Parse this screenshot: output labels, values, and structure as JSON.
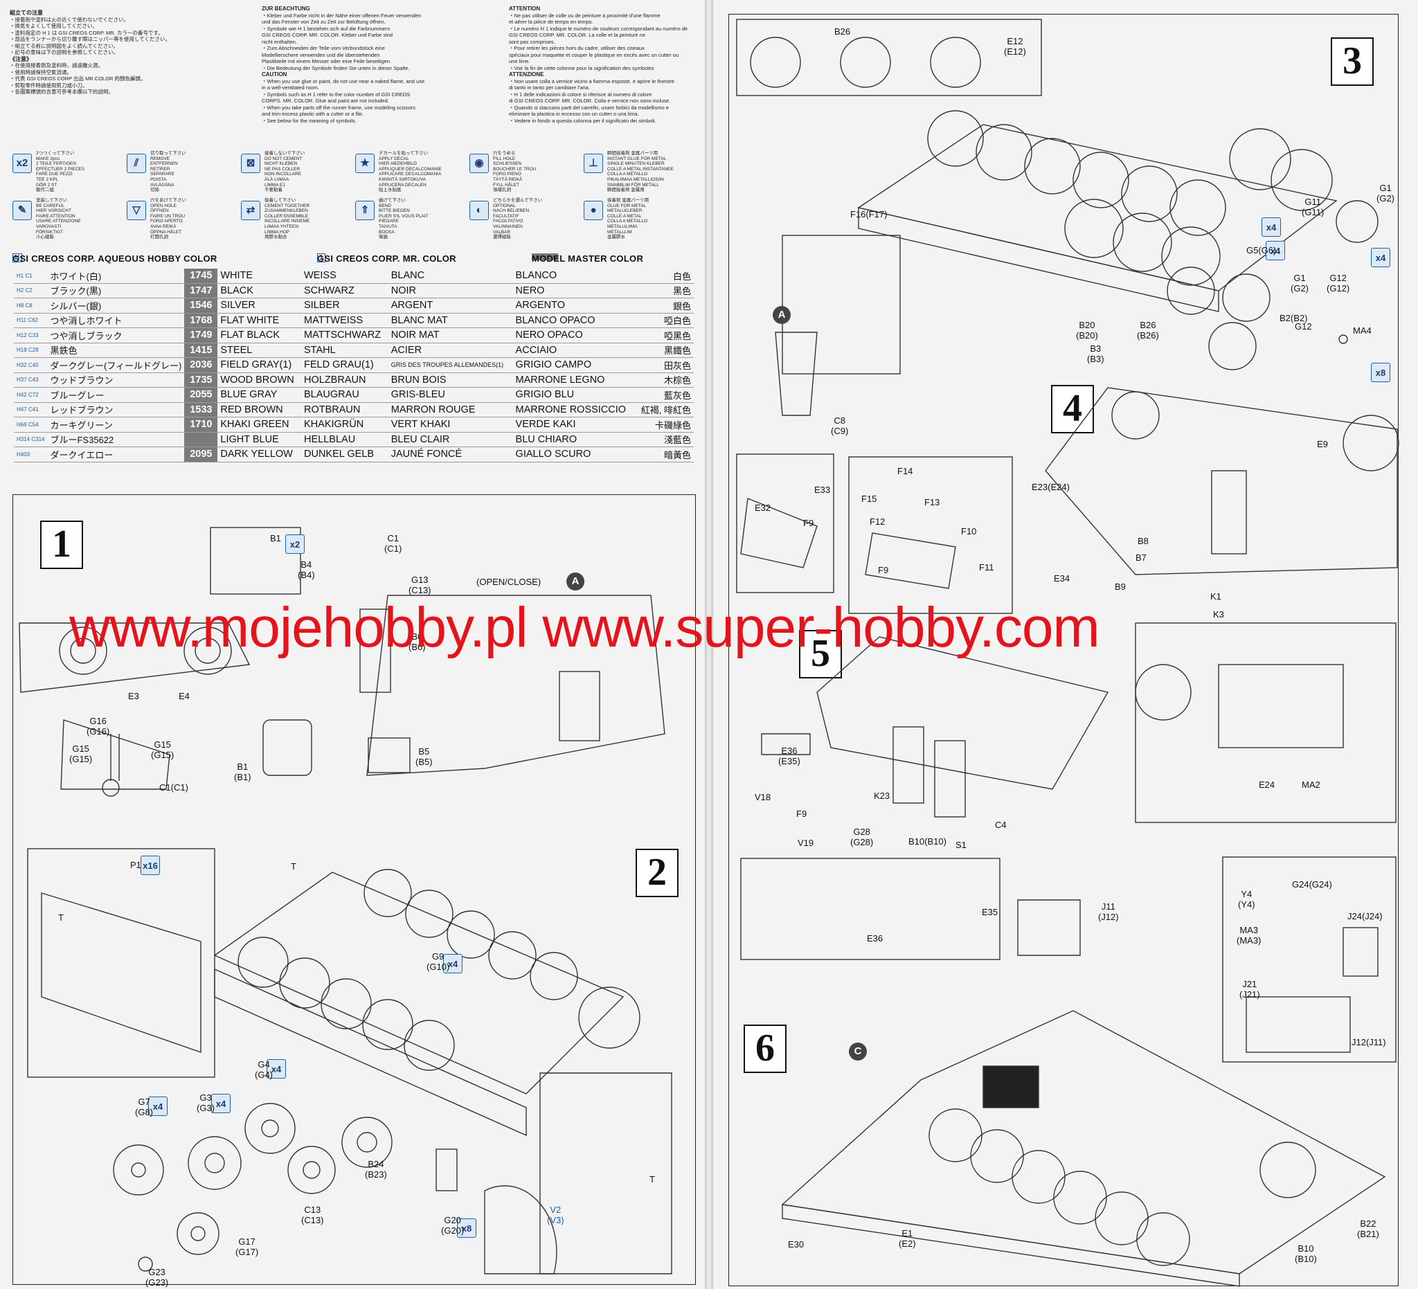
{
  "notes_jp": {
    "heading": "組立ての注意",
    "lines": [
      "・接着剤や塗料は火の近くで使わないでください。",
      "・換気をよくして使用してください。",
      "・塗料指定の H 1 は GSI CREOS CORP. MR. カラーの番号です。",
      "・部品をランナーから切り離す際はニッパー等を使用してください。",
      "・組立てる前に説明図をよく読んでください。",
      "・記号の意味は下の説明を参照してください。"
    ],
    "heading2": "《注意》",
    "lines2": [
      "・在使用接着劑及塗料時，請遠離火源。",
      "・使用時請保持空氣流通。",
      "・代表 GSI CREOS CORP 出品 MR.COLOR 的顏色編號。",
      "・剪取零件時請使用剪刀或小刀。",
      "・各圖案標號的含意可參考本欄以下的説明。"
    ]
  },
  "notes_de": {
    "heading": "ZUR BEACHTUNG",
    "lines": [
      "・Kleber und Farbe nicht in der Nähe einer offenen Feuer verwenden",
      "und das Fenster von Zeit zu Zeit zur Belüftung öffnen.",
      "・Symbole wie H 1 beziehen sich auf die Farbnummern",
      "GSI CREOS CORP. MR. COLOR. Kleber und Farbe sind",
      "nicht enthalten.",
      "・Zum Abschneiden der Teile vom Verbundstück eine",
      "Modellierschere verwenden und die überstehenden",
      "Plastikteile mit einem Messer oder eine Feile beseitigen.",
      "・Die Bedeutung der Symbole finden Sie unten in dieser Spalte."
    ],
    "heading2": "CAUTION",
    "lines2": [
      "・When you use glue or paint, do not use near a naked flame, and use",
      "in a well-ventilated room.",
      "・Symbols such as H 1 refer to the color number of GSI CREOS",
      "CORPS. MR. COLOR. Glue and paint are not included.",
      "・When you take parts off the runner frame, use modeling scissors",
      "and trim excess plastic with a cutter or a file.",
      "・See below for the meaning of symbols."
    ]
  },
  "notes_fr": {
    "heading": "ATTENTION",
    "lines": [
      "・Ne pas utiliser de colle ou de peinture à proximité d'une flamme",
      "et aérer la pièce de temps en temps.",
      "・Le numéro H 1 indique le numéro de couleurs correspondant au numéro de",
      "GSI CREOS CORP. MR. COLOR. La colle et la peinture ne",
      "sont pas comprises.",
      "・Pour retirer les pièces hors du cadre, utiliser des ciseaux",
      "spéciaux pour maquette et couper le plastique en excès avec un cutter ou",
      "une lime.",
      "・Voir la fin de cette colonne pour la signification des symboles"
    ],
    "heading2": "ATTENZIONE",
    "lines2": [
      "・Non usare colla a vernice vicino a fiamma esposte, e aprire le finestre",
      "di tanto in tanto per cambiare l'aria.",
      "・H 1 delle indicazioni di colore si riferisce al numero di colore",
      "di GSI CREOS CORP. MR. COLOR. Colla e vernice non sono incluse.",
      "・Quando si staccano parti del carrello, usare forbici da modellismo e",
      "eliminare la plastica in eccesso con un cutter o una lima.",
      "・Vedere in fondo a questa colonna per il significato dei simboli."
    ]
  },
  "symbols": [
    {
      "icon": "x2",
      "lines": [
        "2つつくって下さい",
        "MAKE 2pcs",
        "2 TEILE FERTIGEN",
        "EFFECTUER 2 PIECES",
        "FARE DUE PEZZI",
        "TEE 2 KPL",
        "GÖR 2 ST",
        "製作二組"
      ]
    },
    {
      "icon": "⫽",
      "lines": [
        "切り取って下さい",
        "REMOVE",
        "ENTFERNEN",
        "RETIRER",
        "SEPARARE",
        "POISTA",
        "AVLÄGSNA",
        "切除"
      ]
    },
    {
      "icon": "⊠",
      "lines": [
        "接着しないで下さい",
        "DO NOT CEMENT",
        "NICHT KLEBEN",
        "NE PAS COLLER",
        "NON INCOLLARE",
        "ÄLÄ LIIMAA",
        "LIMMA EJ",
        "不要黏着"
      ]
    },
    {
      "icon": "★",
      "lines": [
        "デカールを貼って下さい",
        "APPLY DECAL",
        "HIER ABZIEHBILD",
        "APPLIQUER DECALCOMANIE",
        "APPLICARE DECALCOMANIA",
        "KIINNITÄ SIIRTOKUVA",
        "APPLICERA DECALEN",
        "貼上水貼紙"
      ]
    },
    {
      "icon": "◉",
      "lines": [
        "穴をうめる",
        "FILL HOLE",
        "SCHLIESSEN",
        "BOUCHER LE TROU",
        "FORO PIENO",
        "TÄYTÄ REIKÄ",
        "FYLL HÅLET",
        "填補孔洞"
      ]
    },
    {
      "icon": "⊥",
      "lines": [
        "瞬間接着剤 金属パーツ用",
        "INSTANT GLUE FOR METAL",
        "SINGLE MINUTEN KLEBER",
        "COLLE A METAL INSTANTANEE",
        "COLLA A METALLO",
        "PIKALIIMAA METALLIOSIIN",
        "SNABBLIM FÖR METALL",
        "瞬間接着劑 金屬用"
      ]
    },
    {
      "icon": "✎",
      "lines": [
        "塗装して下さい",
        "BE CAREFUL",
        "HIER VORSICHT",
        "FAIRE ATTENTION",
        "USARE ATTENZIONE",
        "VAROVASTI",
        "FÖRSIKTIGT",
        "小心組裝"
      ]
    },
    {
      "icon": "▽",
      "lines": [
        "穴をあけて下さい",
        "OPEN HOLE",
        "ÖFFNEN",
        "FAIRE UN TROU",
        "FORO APERTO",
        "AVAA REIKÄ",
        "ÖPPNA HÅLET",
        "打開孔洞"
      ]
    },
    {
      "icon": "⇄",
      "lines": [
        "接着して下さい",
        "CEMENT TOGETHER",
        "ZUSAMMENKLEBEN",
        "COLLER ENSEMBLE",
        "INCOLLARE INSIEME",
        "LIIMAA YHTEEN",
        "LIMMA HOP",
        "用膠水黏合"
      ]
    },
    {
      "icon": "⇑",
      "lines": [
        "曲げて下さい",
        "BEND",
        "BITTE BIEGEN",
        "PLIER S'IL VOUS PLAIT",
        "PIEGARE",
        "TAIVUTA",
        "BOCKA",
        "彎曲"
      ]
    },
    {
      "icon": "◐",
      "lines": [
        "どちらかを選んで下さい",
        "OPTIONAL",
        "NACH BELIEBEN",
        "FACULTATIF",
        "FACOLTATIVO",
        "VALINNAINEN",
        "VALBAR",
        "選擇組裝"
      ]
    },
    {
      "icon": "●",
      "lines": [
        "接着剤 金属パーツ用",
        "GLUE FOR METAL",
        "METALLKLEBER",
        "COLLE A METAL",
        "COLLA A METALLO",
        "METALLILIIMA",
        "METALLLIM",
        "金屬膠水"
      ]
    }
  ],
  "paint_header": {
    "aqueous": "GSI CREOS CORP. AQUEOUS HOBBY COLOR",
    "mr_color": "GSI CREOS CORP. MR. COLOR",
    "model_master": "MODEL MASTER COLOR",
    "h_mark": "H",
    "c_mark": "1"
  },
  "paints": [
    {
      "code": "H1 C1",
      "jp": "ホワイト(白)",
      "mm": "1745",
      "en": "WHITE",
      "de": "WEISS",
      "fr": "BLANC",
      "it": "BLANCO",
      "zh": "白色"
    },
    {
      "code": "H2 C2",
      "jp": "ブラック(黒)",
      "mm": "1747",
      "en": "BLACK",
      "de": "SCHWARZ",
      "fr": "NOIR",
      "it": "NERO",
      "zh": "黑色"
    },
    {
      "code": "H8 C8",
      "jp": "シルバー(銀)",
      "mm": "1546",
      "en": "SILVER",
      "de": "SILBER",
      "fr": "ARGENT",
      "it": "ARGENTO",
      "zh": "銀色"
    },
    {
      "code": "H11 C62",
      "jp": "つや消しホワイト",
      "mm": "1768",
      "en": "FLAT WHITE",
      "de": "MATTWEISS",
      "fr": "BLANC MAT",
      "it": "BLANCO OPACO",
      "zh": "啞白色"
    },
    {
      "code": "H12 C33",
      "jp": "つや消しブラック",
      "mm": "1749",
      "en": "FLAT BLACK",
      "de": "MATTSCHWARZ",
      "fr": "NOIR MAT",
      "it": "NERO OPACO",
      "zh": "啞黑色"
    },
    {
      "code": "H18 C28",
      "jp": "黒鉄色",
      "mm": "1415",
      "en": "STEEL",
      "de": "STAHL",
      "fr": "ACIER",
      "it": "ACCIAIO",
      "zh": "黑鐵色"
    },
    {
      "code": "H32 C40",
      "jp": "ダークグレー(フィールドグレー)",
      "mm": "2036",
      "en": "FIELD GRAY(1)",
      "de": "FELD GRAU(1)",
      "fr": "GRIS DES TROUPES ALLEMANDES(1)",
      "it": "GRIGIO CAMPO",
      "zh": "田灰色"
    },
    {
      "code": "H37 C43",
      "jp": "ウッドブラウン",
      "mm": "1735",
      "en": "WOOD BROWN",
      "de": "HOLZBRAUN",
      "fr": "BRUN BOIS",
      "it": "MARRONE LEGNO",
      "zh": "木棕色"
    },
    {
      "code": "H42 C72",
      "jp": "ブルーグレー",
      "mm": "2055",
      "en": "BLUE GRAY",
      "de": "BLAUGRAU",
      "fr": "GRIS-BLEU",
      "it": "GRIGIO BLU",
      "zh": "藍灰色"
    },
    {
      "code": "H47 C41",
      "jp": "レッドブラウン",
      "mm": "1533",
      "en": "RED BROWN",
      "de": "ROTBRAUN",
      "fr": "MARRON ROUGE",
      "it": "MARRONE ROSSICCIO",
      "zh": "紅褐, 啡紅色"
    },
    {
      "code": "H66 C54",
      "jp": "カーキグリーン",
      "mm": "1710",
      "en": "KHAKI GREEN",
      "de": "KHAKIGRÜN",
      "fr": "VERT KHAKI",
      "it": "VERDE KAKI",
      "zh": "卡磯綠色"
    },
    {
      "code": "H314 C314",
      "jp": "ブルーFS35622",
      "mm": "",
      "en": "LIGHT BLUE",
      "de": "HELLBLAU",
      "fr": "BLEU CLAIR",
      "it": "BLU CHIARO",
      "zh": "淺藍色"
    },
    {
      "code": "H403",
      "jp": "ダークイエロー",
      "mm": "2095",
      "en": "DARK YELLOW",
      "de": "DUNKEL GELB",
      "fr": "JAUNÉ FONCÉ",
      "it": "GIALLO SCURO",
      "zh": "暗黃色"
    }
  ],
  "steps": {
    "s1": "1",
    "s2": "2",
    "s3": "3",
    "s4": "4",
    "s5": "5",
    "s6": "6"
  },
  "step1": {
    "labels": [
      "B1",
      "B4\n(B4)",
      "C1\n(C1)",
      "G13\n(C13)",
      "(OPEN/CLOSE)",
      "B6\n(B6)",
      "B5\n(B5)",
      "B1\n(B1)",
      "E3",
      "E4",
      "G16\n(G16)",
      "G15\n(G15)",
      "G15\n(G15)",
      "C1(C1)"
    ],
    "badge_x2": "x2",
    "circle": "A"
  },
  "step2": {
    "labels": [
      "P1",
      "T",
      "T",
      "G9\n(G10)",
      "G4\n(G4)",
      "G7\n(G8)",
      "G3\n(G3)",
      "C13\n(C13)",
      "B24\n(B23)",
      "G17\n(G17)",
      "G23\n(G23)",
      "G20\n(G20)",
      "V2\n(V3)",
      "T"
    ],
    "counts": [
      "x16",
      "x4",
      "x4",
      "x4",
      "x4",
      "x8"
    ]
  },
  "step3": {
    "labels": [
      "B26",
      "E12\n(E12)",
      "F16(F17)",
      "G11\n(G11)",
      "G1\n(G2)",
      "G5(G6)",
      "G1\n(G2)",
      "G12\n(G12)",
      "B20\n(B20)",
      "B26\n(B26)",
      "B3\n(B3)",
      "B2(B2)",
      "G12",
      "MA4",
      "C8\n(C9)"
    ],
    "counts": [
      "x4",
      "x4",
      "x4",
      "x8"
    ],
    "circle": "A"
  },
  "step4": {
    "labels": [
      "E32",
      "E33",
      "F9",
      "F14",
      "F15",
      "F13",
      "F12",
      "F10",
      "F9",
      "F11",
      "E23(E24)",
      "E9",
      "B8",
      "B7",
      "E34",
      "B9",
      "K1",
      "K3"
    ]
  },
  "step5": {
    "labels": [
      "E36\n(E35)",
      "V18",
      "F9",
      "V19",
      "K23",
      "G28\n(G28)",
      "B10(B10)",
      "C4",
      "S1",
      "E24",
      "MA2",
      "E36",
      "E35"
    ]
  },
  "step6": {
    "labels": [
      "J11\n(J12)",
      "Y4\n(Y4)",
      "G24(G24)",
      "MA3\n(MA3)",
      "J24(J24)",
      "J21\n(J21)",
      "J12(J11)",
      "E30",
      "E1\n(E2)",
      "B10\n(B10)",
      "B22\n(B21)"
    ],
    "circle": "C"
  },
  "watermark": "www.mojehobby.pl www.super-hobby.com"
}
